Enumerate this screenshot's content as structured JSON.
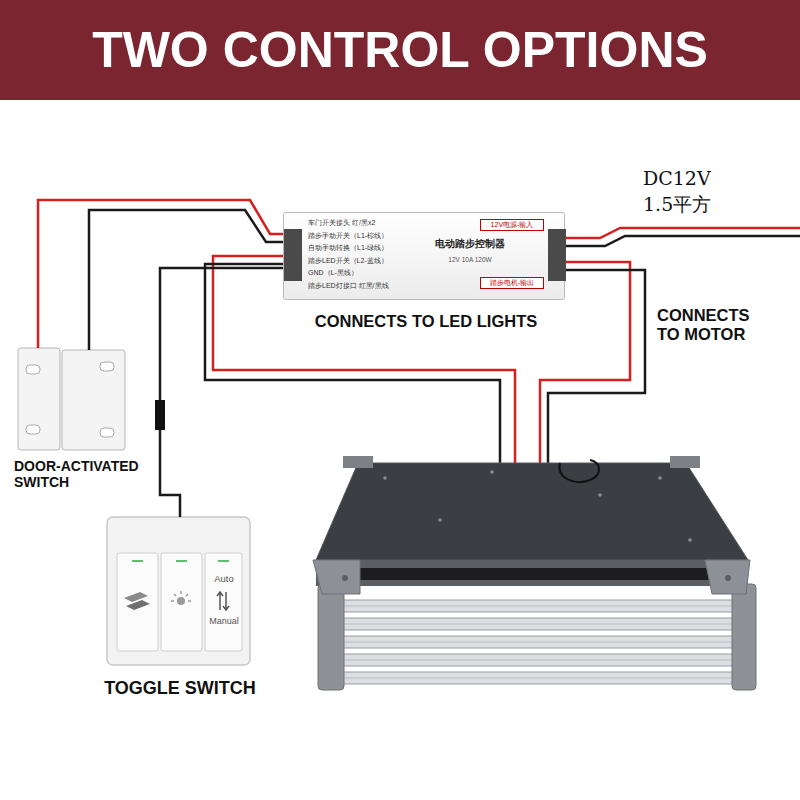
{
  "diagram": {
    "title": "TWO CONTROL OPTIONS",
    "nodes": [
      {
        "text": [
          "车门开关接头 红/黑x2",
          "踏步手动开关（L1-棕线）",
          "自动手动转换（L1-绿线）",
          "踏步LED开关（L2-蓝线）",
          "GND（L-黑线）",
          "踏步LED灯接口 红黑/黑线",
          "电动踏步控制器",
          "12V 10A 120W",
          "12V电源-输入",
          "踏步电机-输出"
        ]
      },
      {
        "text": [
          "DOOR-ACTIVATED SWITCH"
        ]
      },
      {
        "text": [
          "Auto",
          "Manual",
          "TOGGLE SWITCH"
        ]
      }
    ],
    "edges": [
      {
        "from": 1,
        "to": 0,
        "arrow": "none"
      },
      {
        "from": 2,
        "to": 0,
        "arrow": "none"
      }
    ],
    "labels": [
      "DC12V",
      "1.5平方",
      "CONNECTS TO LED LIGHTS",
      "CONNECTS TO MOTOR"
    ]
  }
}
